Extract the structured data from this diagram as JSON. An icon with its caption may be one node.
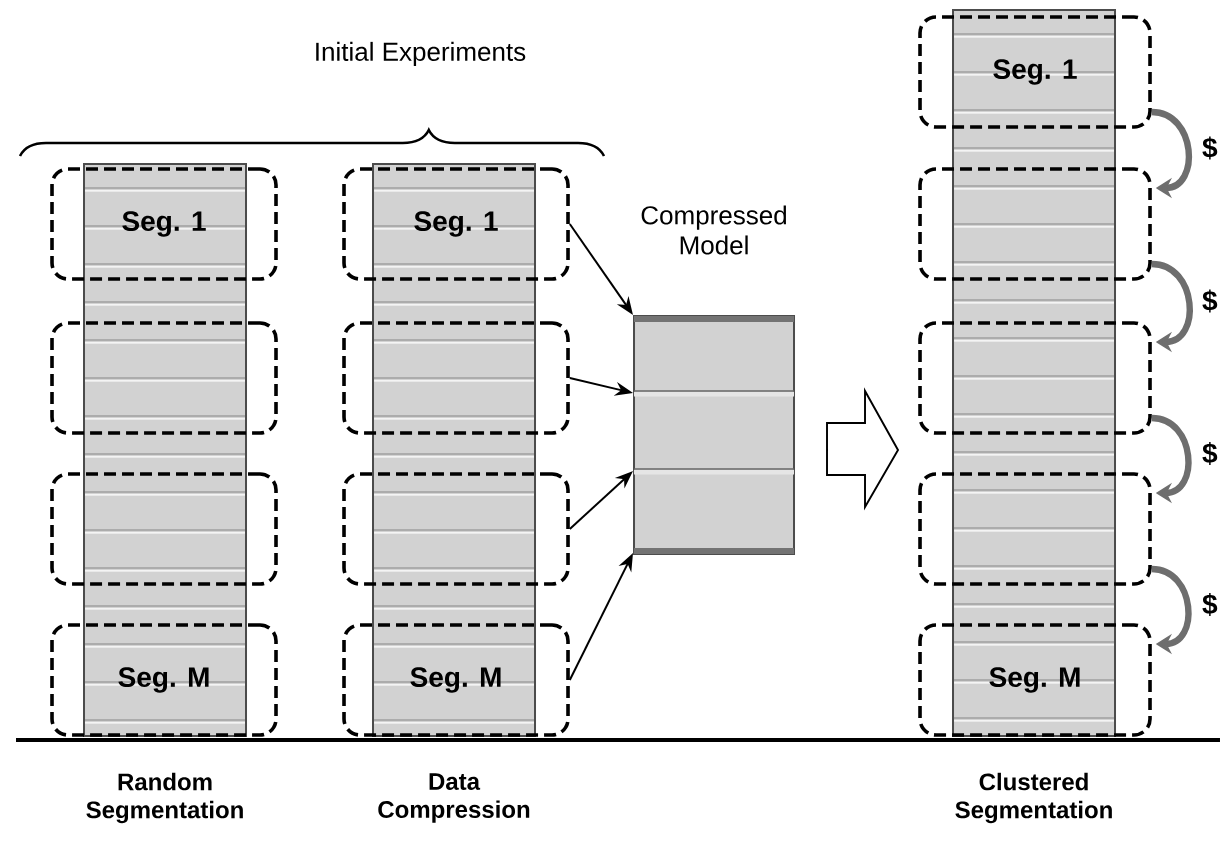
{
  "diagram": {
    "nodes": [
      {
        "text": [],
        "shape": "bar",
        "beside": [
          "Random Segmentation"
        ]
      },
      {
        "text": [
          "Seg. 1"
        ]
      },
      {
        "text": [],
        "shape": "box"
      },
      {
        "text": [],
        "shape": "box"
      },
      {
        "text": [
          "Seg. M"
        ]
      },
      {
        "text": [],
        "shape": "bar",
        "beside": [
          "Data Compression"
        ]
      },
      {
        "text": [
          "Seg. 1"
        ]
      },
      {
        "text": [],
        "shape": "box"
      },
      {
        "text": [],
        "shape": "box"
      },
      {
        "text": [
          "Seg. M"
        ]
      },
      {
        "text": [
          "Compressed Model"
        ]
      },
      {
        "text": [],
        "shape": "bar",
        "beside": [
          "Clustered Segmentation"
        ]
      },
      {
        "text": [
          "Seg. 1"
        ]
      },
      {
        "text": [],
        "shape": "box"
      },
      {
        "text": [],
        "shape": "box"
      },
      {
        "text": [],
        "shape": "box"
      },
      {
        "text": [
          "Seg. M"
        ]
      }
    ],
    "edges": [
      {
        "from": 6,
        "to": 10,
        "arrow": "to"
      },
      {
        "from": 7,
        "to": 10,
        "arrow": "to"
      },
      {
        "from": 8,
        "to": 10,
        "arrow": "to"
      },
      {
        "from": 9,
        "to": 10,
        "arrow": "to"
      },
      {
        "from": 10,
        "to": 11,
        "arrow": "to",
        "style": "thick"
      },
      {
        "from": 12,
        "to": 13,
        "arrow": "to",
        "label": "$",
        "style": "thick",
        "color": "#6e6e6e"
      },
      {
        "from": 13,
        "to": 14,
        "arrow": "to",
        "label": "$",
        "style": "thick",
        "color": "#6e6e6e"
      },
      {
        "from": 14,
        "to": 15,
        "arrow": "to",
        "label": "$",
        "style": "thick",
        "color": "#6e6e6e"
      },
      {
        "from": 15,
        "to": 16,
        "arrow": "to",
        "label": "$",
        "style": "thick",
        "color": "#6e6e6e"
      }
    ],
    "labels": [
      "Initial Experiments"
    ]
  }
}
